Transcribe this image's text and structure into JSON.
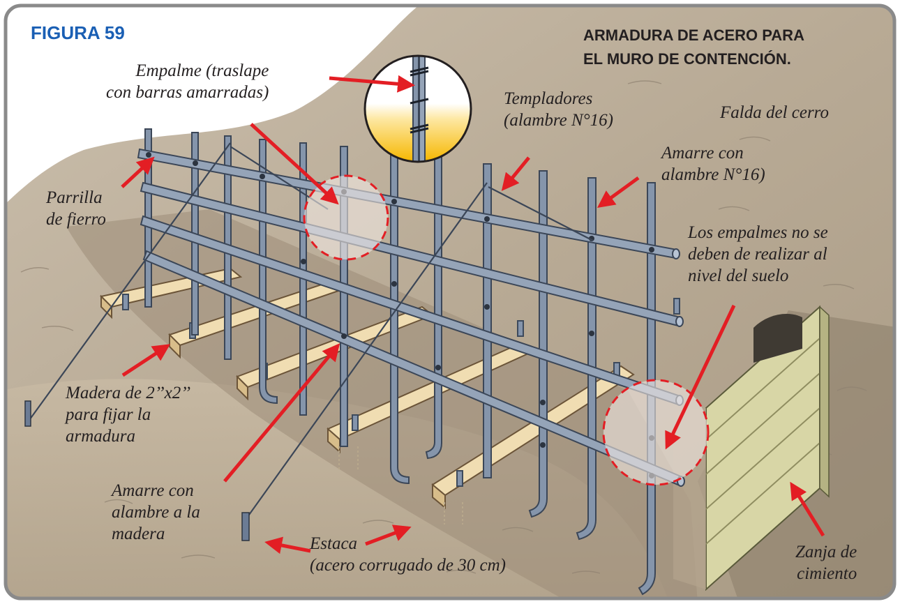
{
  "figure_label": "FIGURA 59",
  "title": "ARMADURA DE ACERO PARA\nEL MURO DE CONTENCIÓN.",
  "labels": {
    "empalme": "Empalme (traslape\ncon barras amarradas)",
    "templadores": "Templadores\n(alambre N°16)",
    "falda": "Falda del cerro",
    "amarre_alambre": "Amarre con\nalambre N°16)",
    "parrilla": "Parrilla\nde fierro",
    "empalmes_nivel": "Los empalmes no se\ndeben de realizar al\nnivel del suelo",
    "madera": "Madera de 2’’x2’’\npara fijar la\narmadura",
    "amarre_madera": "Amarre con\nalambre a la\nmadera",
    "estaca": "Estaca\n(acero corrugado de 30 cm)",
    "zanja": "Zanja de\ncimiento"
  },
  "colors": {
    "frame": "#8a8a8a",
    "figure_label": "#1a5fb4",
    "arrow": "#e31e24",
    "soil": "#b9ab97",
    "steel": "#7f8fa6",
    "wood": "#e8d3a6"
  }
}
